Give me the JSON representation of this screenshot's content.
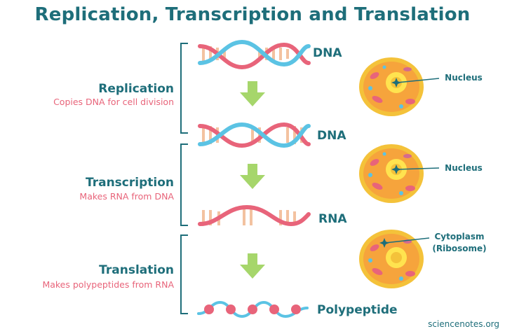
{
  "title": "Replication, Transcription and Translation",
  "stages": [
    {
      "name": "Replication",
      "description": "Copies DNA for cell division"
    },
    {
      "name": "Transcription",
      "description": "Makes RNA from DNA"
    },
    {
      "name": "Translation",
      "description": "Makes polypeptides from RNA"
    }
  ],
  "molecules": [
    "DNA",
    "DNA",
    "RNA",
    "Polypeptide"
  ],
  "cells": [
    {
      "line1": "Nucleus",
      "line2": ""
    },
    {
      "line1": "Nucleus",
      "line2": ""
    },
    {
      "line1": "Cytoplasm",
      "line2": "(Ribosome)"
    }
  ],
  "credit": "sciencenotes.org",
  "colors": {
    "title": "#1e6e7a",
    "accent": "#e8647a",
    "strand_blue": "#5bc3e4",
    "strand_pink": "#e8647a",
    "rungs": "#f3c2a0",
    "arrow": "#a6d66b",
    "cell_outer": "#f4c23a",
    "cell_inner": "#f6a43c",
    "nucleus": "#ffe34f"
  }
}
